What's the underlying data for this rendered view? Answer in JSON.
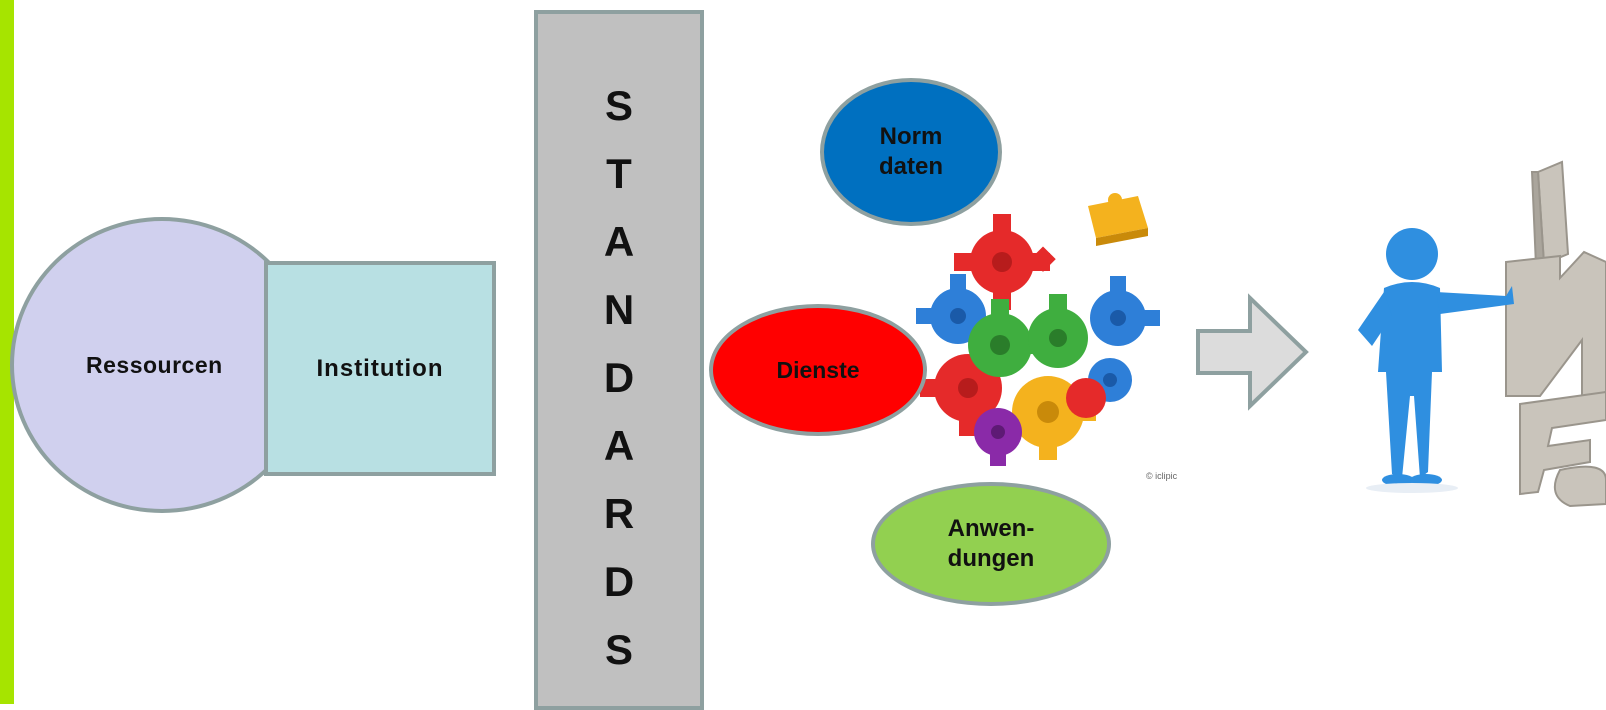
{
  "diagram": {
    "left_circle": "Ressourcen",
    "left_box": "Institution",
    "standards_letters": [
      "S",
      "T",
      "A",
      "N",
      "D",
      "A",
      "R",
      "D",
      "S"
    ],
    "norm_daten": "Norm\ndaten",
    "dienste": "Dienste",
    "anwendungen": "Anwen-\ndungen",
    "info_letters": [
      "I",
      "N",
      "F",
      "O"
    ],
    "image_credit": "© iclipic"
  },
  "colors": {
    "accent_bar": "#a6e400",
    "ressourcen_fill": "#d0d0ee",
    "institution_fill": "#b8e0e3",
    "standards_fill": "#c0c0c0",
    "norm_daten_fill": "#0070c0",
    "dienste_fill": "#ff0000",
    "anwendungen_fill": "#92d050",
    "arrow_fill": "#dcdcdc",
    "outline": "#8ea0a0",
    "figure_blue": "#2f8fe0"
  },
  "icons": [
    "puzzle-gears-image",
    "right-arrow-icon",
    "person-info-image"
  ]
}
